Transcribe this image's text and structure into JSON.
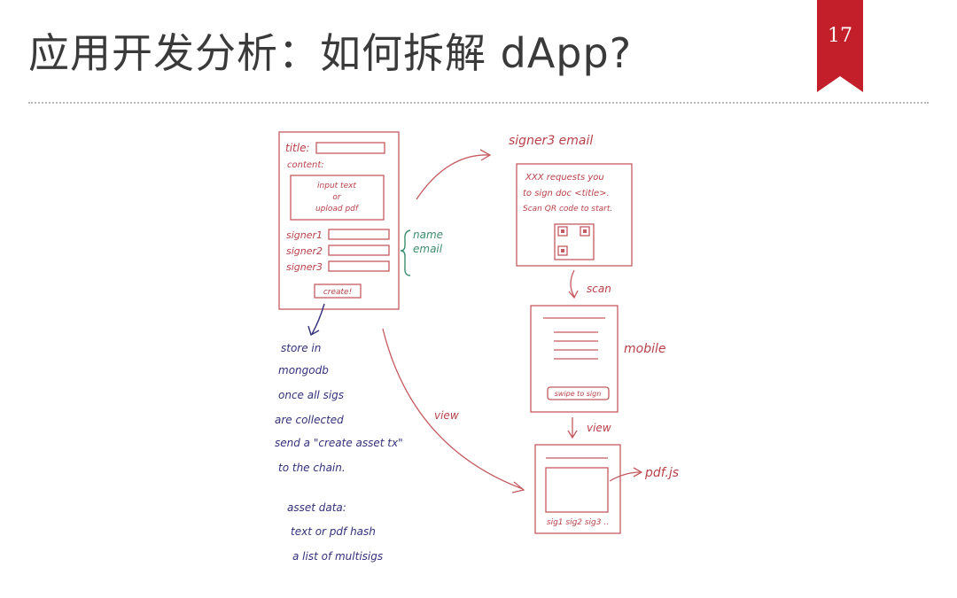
{
  "slide": {
    "title": "应用开发分析：如何拆解 dApp?",
    "page_number": "17",
    "accent_color": "#c21f2b"
  },
  "sketch": {
    "form": {
      "title_label": "title:",
      "content_label": "content:",
      "content_box": [
        "input text",
        "or",
        "upload pdf"
      ],
      "signer_labels": [
        "signer1",
        "signer2",
        "signer3"
      ],
      "create_button": "create!",
      "brace_note": [
        "name",
        "email"
      ]
    },
    "email": {
      "heading": "signer3 email",
      "lines": [
        "XXX requests you",
        "to sign doc <title>.",
        "Scan QR code to start."
      ]
    },
    "scan_label": "scan",
    "mobile": {
      "label": "mobile",
      "button": "swipe to sign"
    },
    "view_label": "view",
    "view_label_2": "view",
    "viewer": {
      "sigs": "sig1 sig2 sig3 ..",
      "pdfjs": "pdf.js"
    },
    "store_notes": [
      "store in",
      "mongodb",
      "once all sigs",
      "are collected",
      "send a \"create asset tx\"",
      "to the chain."
    ],
    "asset_notes": [
      "asset data:",
      "text or pdf hash",
      "a list of multisigs"
    ]
  }
}
